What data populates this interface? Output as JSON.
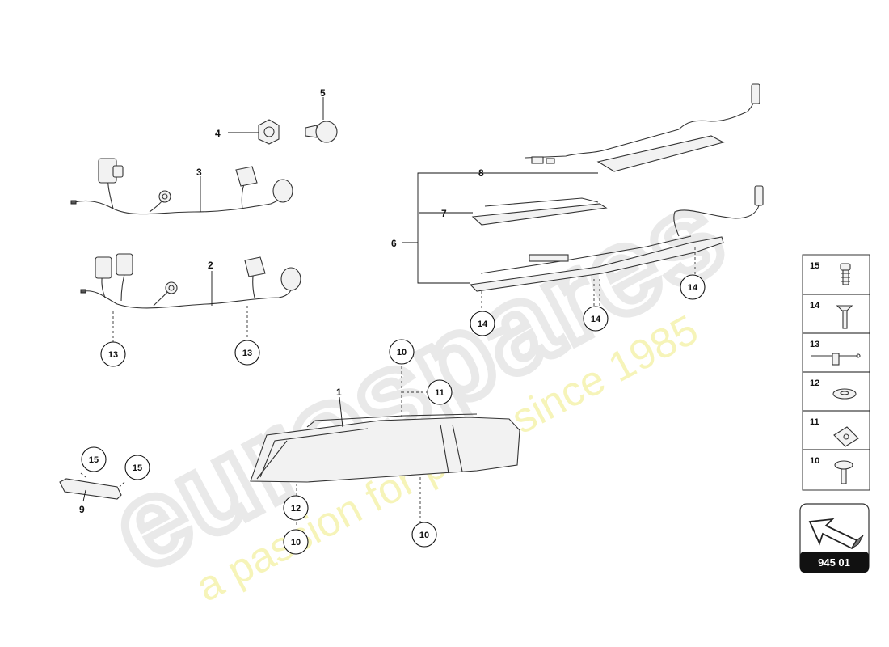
{
  "watermark": {
    "brand": "eurospares",
    "tagline": "a passion for parts since 1985"
  },
  "parts": {
    "p1": "1",
    "p2": "2",
    "p3": "3",
    "p4": "4",
    "p5": "5",
    "p6": "6",
    "p7": "7",
    "p8": "8",
    "p9": "9"
  },
  "callouts": {
    "c13a": "13",
    "c13b": "13",
    "c14a": "14",
    "c14b": "14",
    "c14c": "14",
    "c10a": "10",
    "c11": "11",
    "c12": "12",
    "c10b": "10",
    "c10c": "10",
    "c15a": "15",
    "c15b": "15"
  },
  "legend": {
    "items": [
      "15",
      "14",
      "13",
      "12",
      "11",
      "10"
    ]
  },
  "badge": {
    "code": "945 01"
  }
}
